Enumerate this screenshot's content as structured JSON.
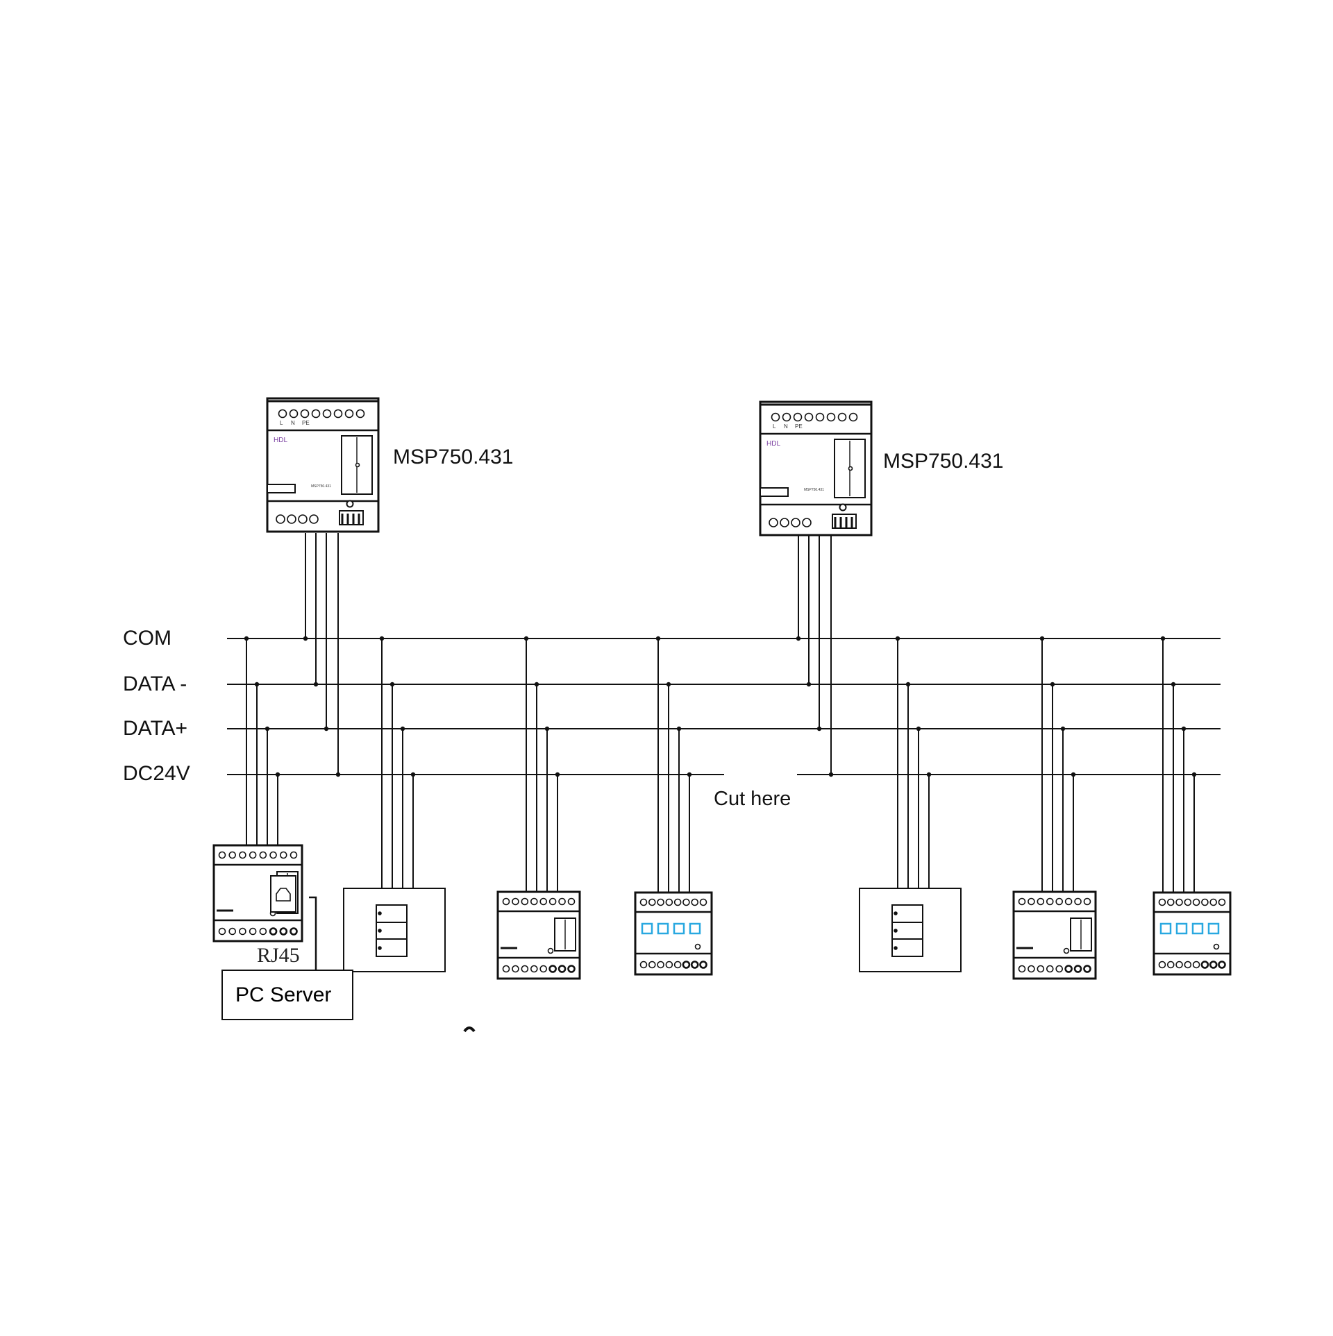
{
  "bus_lines": {
    "com": "COM",
    "data_minus": "DATA -",
    "data_plus": "DATA+",
    "dc24v": "DC24V"
  },
  "power_supplies": [
    {
      "model": "MSP750.431",
      "brand": "HDL",
      "terminal_labels": [
        "L",
        "N",
        "PE"
      ]
    },
    {
      "model": "MSP750.431",
      "brand": "HDL",
      "terminal_labels": [
        "L",
        "N",
        "PE"
      ]
    }
  ],
  "annotations": {
    "cut_here": "Cut here",
    "rj45": "RJ45",
    "pc_server": "PC Server"
  },
  "colors": {
    "line": "#111111",
    "brand": "#7a3fa0",
    "relay_accent": "#29a8e0"
  }
}
